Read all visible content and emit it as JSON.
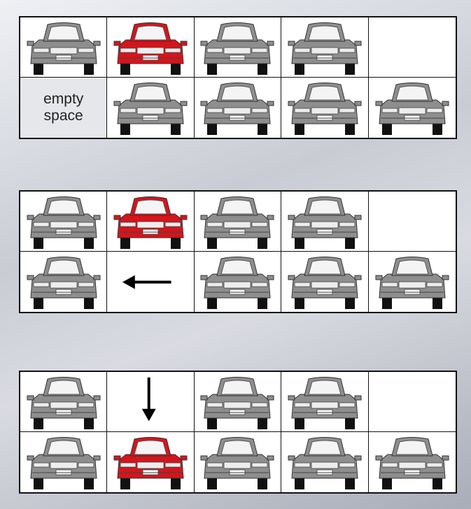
{
  "colors": {
    "gray_car": "#8e8e8e",
    "red_car": "#d6141b",
    "grid_line": "#111111",
    "arrow": "#000000"
  },
  "stages": [
    {
      "cells": [
        [
          "gray-car",
          "red-car",
          "gray-car",
          "gray-car",
          "empty"
        ],
        [
          "empty-space-label",
          "gray-car",
          "gray-car",
          "gray-car",
          "gray-car"
        ]
      ]
    },
    {
      "cells": [
        [
          "gray-car",
          "red-car",
          "gray-car",
          "gray-car",
          "empty"
        ],
        [
          "gray-car",
          "arrow-left",
          "gray-car",
          "gray-car",
          "gray-car"
        ]
      ]
    },
    {
      "cells": [
        [
          "gray-car",
          "arrow-down",
          "gray-car",
          "gray-car",
          "empty"
        ],
        [
          "gray-car",
          "red-car",
          "gray-car",
          "gray-car",
          "gray-car"
        ]
      ]
    }
  ],
  "labels": {
    "empty_space": "empty\nspace"
  }
}
